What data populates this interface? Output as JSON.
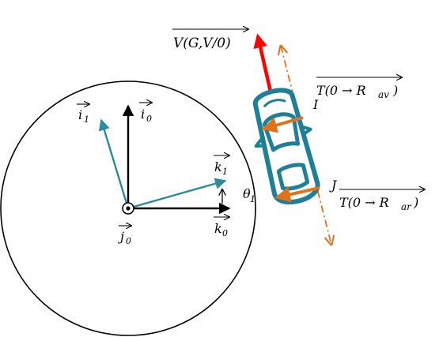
{
  "diagram": {
    "labels": {
      "i0": "i",
      "i0_sub": "0",
      "i1": "i",
      "i1_sub": "1",
      "k0": "k",
      "k0_sub": "0",
      "k1": "k",
      "k1_sub": "1",
      "j0": "j",
      "j0_sub": "0",
      "theta": "θ",
      "theta_sub": "1",
      "velocity": "V(G,V/0)",
      "T_av": "T(0 → R",
      "T_av_sub": "av",
      "T_av_close": ")",
      "T_ar": "T(0 → R",
      "T_ar_sub": "ar",
      "T_ar_close": ")",
      "point_I": "I",
      "point_J": "J"
    },
    "colors": {
      "frame0": "#000000",
      "frame1": "#2e8aa0",
      "car_body": "#1f7f96",
      "velocity": "#ff0000",
      "force": "#e0721c",
      "axis_dash": "#e0721c"
    }
  }
}
